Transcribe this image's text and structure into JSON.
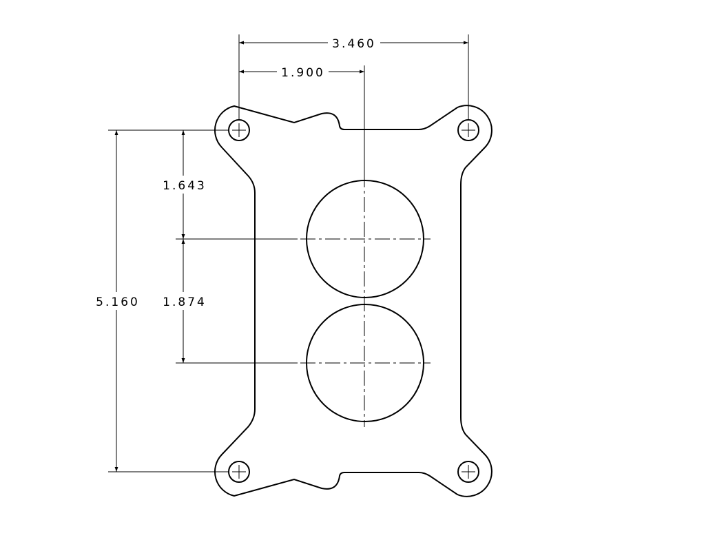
{
  "dimensions": {
    "width_overall": "3.460",
    "width_to_centerline": "1.900",
    "height_overall": "5.160",
    "height_to_first_bore": "1.643",
    "bore_spacing": "1.874"
  },
  "colors": {
    "line": "#000000",
    "background": "#ffffff"
  }
}
